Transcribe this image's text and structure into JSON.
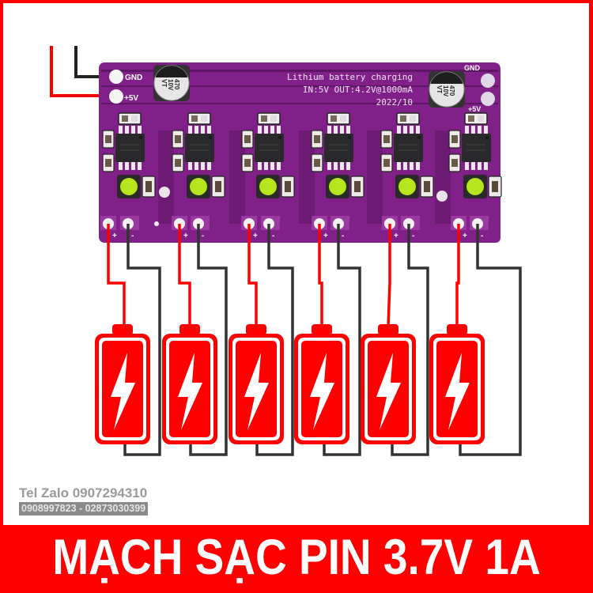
{
  "product": {
    "title": "MẠCH SẠC PIN 3.7V 1A",
    "colors": {
      "frame": "#ff0000",
      "banner_bg": "#ff0000",
      "banner_text": "#ffffff",
      "pcb": "#82208a",
      "wire_positive": "#ff0000",
      "wire_negative": "#333333",
      "battery": "#ff0000",
      "led": "#b5e61d"
    }
  },
  "contact": {
    "tel_line": "Tel Zalo 0907294310",
    "phones_line": "0908997823 - 02873030399"
  },
  "pcb": {
    "silkscreen_line1": "Lithium battery charging",
    "silkscreen_line2": "IN:5V OUT:4.2V@1000mA",
    "silkscreen_line3": "2022/10",
    "input_labels": {
      "gnd": "GND",
      "vplus": "+5V"
    },
    "capacitor_label": [
      "470",
      "10V",
      "VT"
    ],
    "channel_count": 6,
    "output_labels": {
      "plus": "+",
      "minus": "-"
    }
  },
  "batteries": [
    {
      "index": 1,
      "icon": "battery-charging-icon"
    },
    {
      "index": 2,
      "icon": "battery-charging-icon"
    },
    {
      "index": 3,
      "icon": "battery-charging-icon"
    },
    {
      "index": 4,
      "icon": "battery-charging-icon"
    },
    {
      "index": 5,
      "icon": "battery-charging-icon"
    },
    {
      "index": 6,
      "icon": "battery-charging-icon"
    }
  ]
}
